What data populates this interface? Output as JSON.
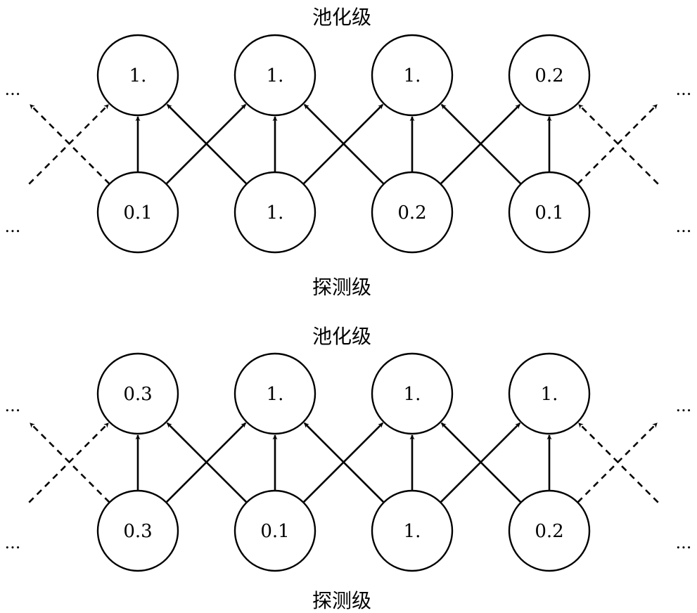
{
  "colors": {
    "stroke": "#000000",
    "background": "#ffffff"
  },
  "panels": [
    {
      "pooling_label": "池化级",
      "detector_label": "探测级",
      "pooling_values": [
        "1.",
        "1.",
        "1.",
        "0.2"
      ],
      "detector_values": [
        "0.1",
        "1.",
        "0.2",
        "0.1"
      ],
      "ellipsis": "..."
    },
    {
      "pooling_label": "池化级",
      "detector_label": "探测级",
      "pooling_values": [
        "0.3",
        "1.",
        "1.",
        "1."
      ],
      "detector_values": [
        "0.3",
        "0.1",
        "1.",
        "0.2"
      ],
      "ellipsis": "..."
    }
  ]
}
